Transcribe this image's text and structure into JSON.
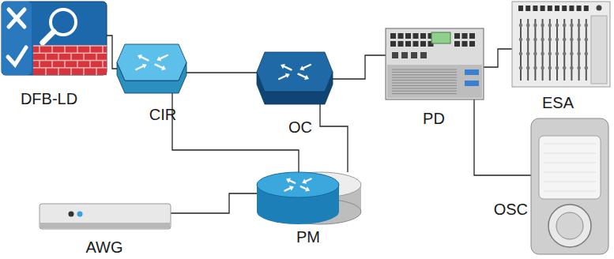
{
  "diagram": {
    "nodes": [
      {
        "text": [
          "DFB-LD"
        ]
      },
      {
        "text": [
          "CIR"
        ]
      },
      {
        "text": [
          "OC"
        ]
      },
      {
        "text": [
          "PD"
        ]
      },
      {
        "text": [
          "ESA"
        ]
      },
      {
        "text": [
          "OSC"
        ]
      },
      {
        "text": [
          "AWG"
        ]
      },
      {
        "text": [
          "PM"
        ]
      }
    ],
    "edges": [
      {
        "from": 0,
        "to": 1,
        "arrow": "none"
      },
      {
        "from": 1,
        "to": 2,
        "arrow": "none"
      },
      {
        "from": 2,
        "to": 3,
        "arrow": "none"
      },
      {
        "from": 3,
        "to": 4,
        "arrow": "none"
      },
      {
        "from": 3,
        "to": 5,
        "arrow": "none"
      },
      {
        "from": 1,
        "to": 7,
        "arrow": "none"
      },
      {
        "from": 2,
        "to": 7,
        "arrow": "none"
      },
      {
        "from": 6,
        "to": 7,
        "arrow": "none"
      }
    ]
  }
}
